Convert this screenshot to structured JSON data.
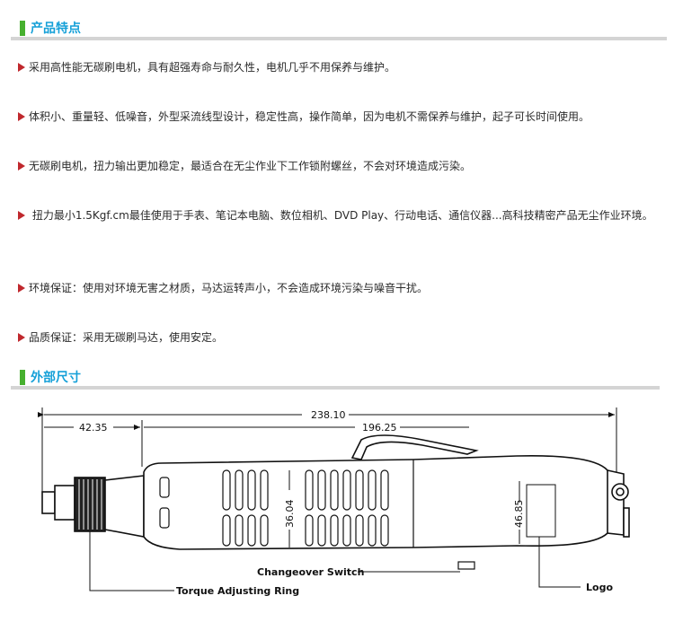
{
  "colors": {
    "accent": "#15a0d8",
    "marker": "#47b02f",
    "bullet": "#c0282d"
  },
  "section_features": {
    "title": "产品特点"
  },
  "features": [
    "采用高性能无碳刷电机，具有超强寿命与耐久性，电机几乎不用保养与维护。",
    "体积小、重量轻、低噪音，外型采流线型设计，稳定性高，操作简单，因为电机不需保养与维护，起子可长时间使用。",
    "无碳刷电机，扭力输出更加稳定，最适合在无尘作业下工作锁附螺丝，不会对环境造成污染。",
    " 扭力最小1.5Kgf.cm最佳使用于手表、笔记本电脑、数位相机、DVD Play、行动电话、通信仪器...高科技精密产品无尘作业环境。",
    "环境保证：使用对环境无害之材质，马达运转声小，不会造成环境污染与噪音干扰。",
    "品质保证：采用无碳刷马达，使用安定。"
  ],
  "section_dimensions": {
    "title": "外部尺寸"
  },
  "diagram": {
    "overall_length": "238.10",
    "front_length": "42.35",
    "body_length": "196.25",
    "grip_diameter": "36.04",
    "rear_height": "46.85",
    "label_changeover": "Changeover Switch",
    "label_torque": "Torque Adjusting Ring",
    "label_logo": "Logo"
  }
}
